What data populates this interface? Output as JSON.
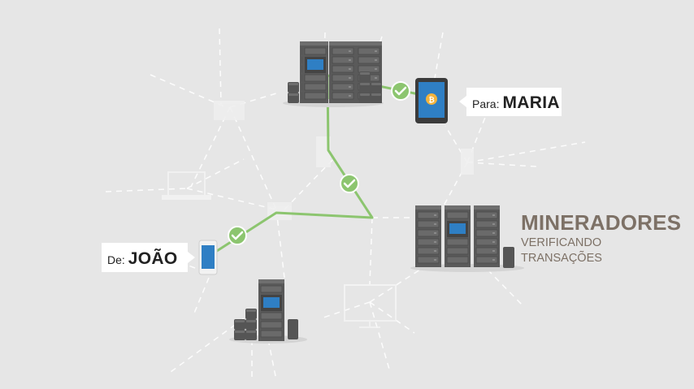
{
  "sender": {
    "prefix": "De:",
    "name": "JOÃO"
  },
  "recipient": {
    "prefix": "Para:",
    "name": "MARIA"
  },
  "miners": {
    "title": "MINERADORES",
    "subtitle_line1": "VERIFICANDO",
    "subtitle_line2": "TRANSAÇÕES"
  },
  "colors": {
    "background": "#e6e6e6",
    "path": "#8cc56f",
    "check": "#8cc56f",
    "server_dark": "#545454",
    "server_mid": "#6a6a6a",
    "screen_blue": "#2f7fc4",
    "coin_gold": "#f2b33d",
    "miners_text": "#7d7166"
  },
  "icons": [
    "server-rack-icon",
    "smartphone-icon",
    "tablet-icon",
    "bitcoin-coin-icon",
    "checkmark-icon",
    "laptop-icon",
    "monitor-icon"
  ]
}
